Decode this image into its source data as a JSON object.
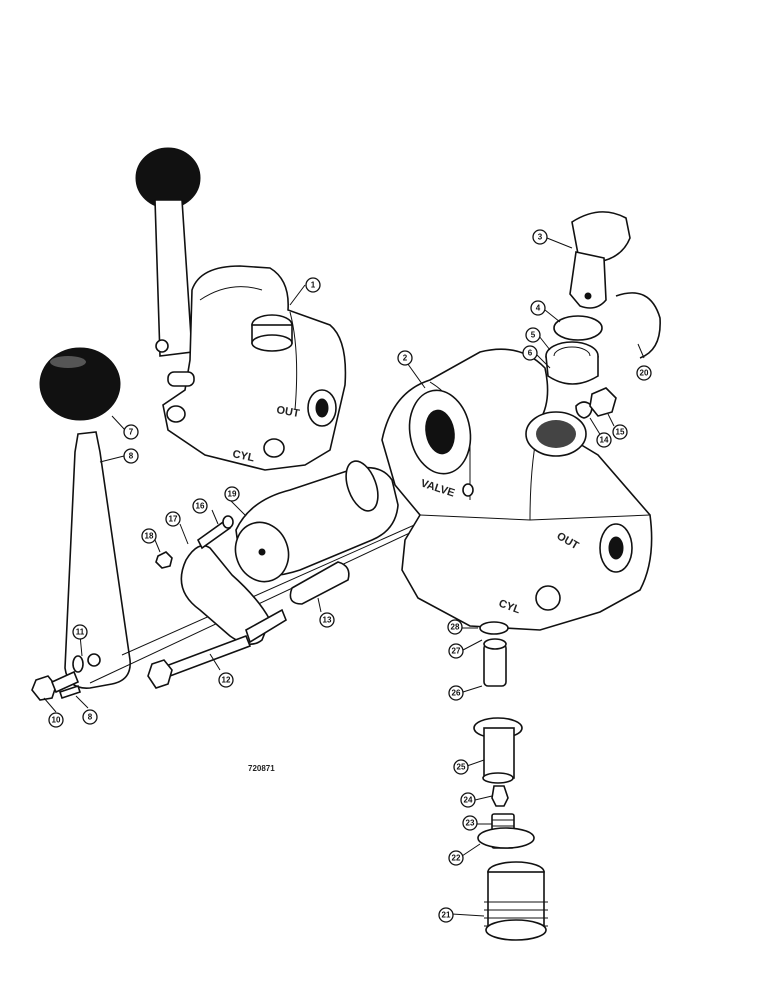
{
  "figure_number": "720871",
  "cast_markings": {
    "out_small": "OUT",
    "cyl_small": "CYL",
    "valve": "VALVE",
    "out_large": "OUT",
    "cyl_large": "CYL"
  },
  "callouts": [
    {
      "id": "c1",
      "text": "1"
    },
    {
      "id": "c2",
      "text": "2"
    },
    {
      "id": "c3",
      "text": "3"
    },
    {
      "id": "c4",
      "text": "4"
    },
    {
      "id": "c5",
      "text": "5"
    },
    {
      "id": "c6",
      "text": "6"
    },
    {
      "id": "c7",
      "text": "7"
    },
    {
      "id": "c8a",
      "text": "8"
    },
    {
      "id": "c8b",
      "text": "8"
    },
    {
      "id": "c10",
      "text": "10"
    },
    {
      "id": "c11",
      "text": "11"
    },
    {
      "id": "c12",
      "text": "12"
    },
    {
      "id": "c13",
      "text": "13"
    },
    {
      "id": "c14",
      "text": "14"
    },
    {
      "id": "c15",
      "text": "15"
    },
    {
      "id": "c16",
      "text": "16"
    },
    {
      "id": "c17",
      "text": "17"
    },
    {
      "id": "c18",
      "text": "18"
    },
    {
      "id": "c19",
      "text": "19"
    },
    {
      "id": "c20",
      "text": "20"
    },
    {
      "id": "c21",
      "text": "21"
    },
    {
      "id": "c22",
      "text": "22"
    },
    {
      "id": "c23",
      "text": "23"
    },
    {
      "id": "c24",
      "text": "24"
    },
    {
      "id": "c25",
      "text": "25"
    },
    {
      "id": "c26",
      "text": "26"
    },
    {
      "id": "c27",
      "text": "27"
    },
    {
      "id": "c28",
      "text": "28"
    }
  ]
}
